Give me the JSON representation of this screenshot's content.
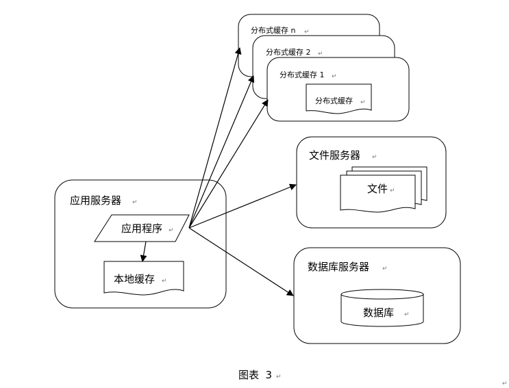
{
  "app_server": {
    "title": "应用服务器",
    "app_program": "应用程序",
    "local_cache": "本地缓存"
  },
  "cache_servers": {
    "n": "分布式缓存 n",
    "two": "分布式缓存 2",
    "one": "分布式缓存 1",
    "inner_doc": "分布式缓存"
  },
  "file_server": {
    "title": "文件服务器",
    "doc": "文件"
  },
  "db_server": {
    "title": "数据库服务器",
    "db": "数据库"
  },
  "caption": "图表  3",
  "paragraph_mark": "↵"
}
